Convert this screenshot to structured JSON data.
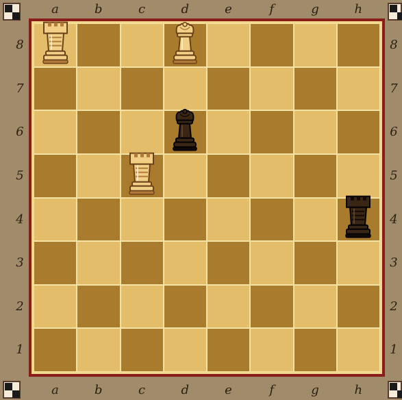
{
  "board": {
    "files": [
      "a",
      "b",
      "c",
      "d",
      "e",
      "f",
      "g",
      "h"
    ],
    "ranks": [
      "8",
      "7",
      "6",
      "5",
      "4",
      "3",
      "2",
      "1"
    ],
    "light_color": "#e4bd6a",
    "dark_color": "#a97b2c",
    "border_color": "#8b1c1c",
    "frame_color": "#a08c6a"
  },
  "pieces": [
    {
      "square": "a8",
      "type": "rook",
      "color": "white",
      "icon": "white-rook-icon"
    },
    {
      "square": "d8",
      "type": "king",
      "color": "white",
      "icon": "white-king-icon"
    },
    {
      "square": "d6",
      "type": "king",
      "color": "black",
      "icon": "black-king-icon"
    },
    {
      "square": "c5",
      "type": "rook",
      "color": "white",
      "icon": "white-rook-icon"
    },
    {
      "square": "h4",
      "type": "rook",
      "color": "black",
      "icon": "black-rook-icon"
    }
  ]
}
